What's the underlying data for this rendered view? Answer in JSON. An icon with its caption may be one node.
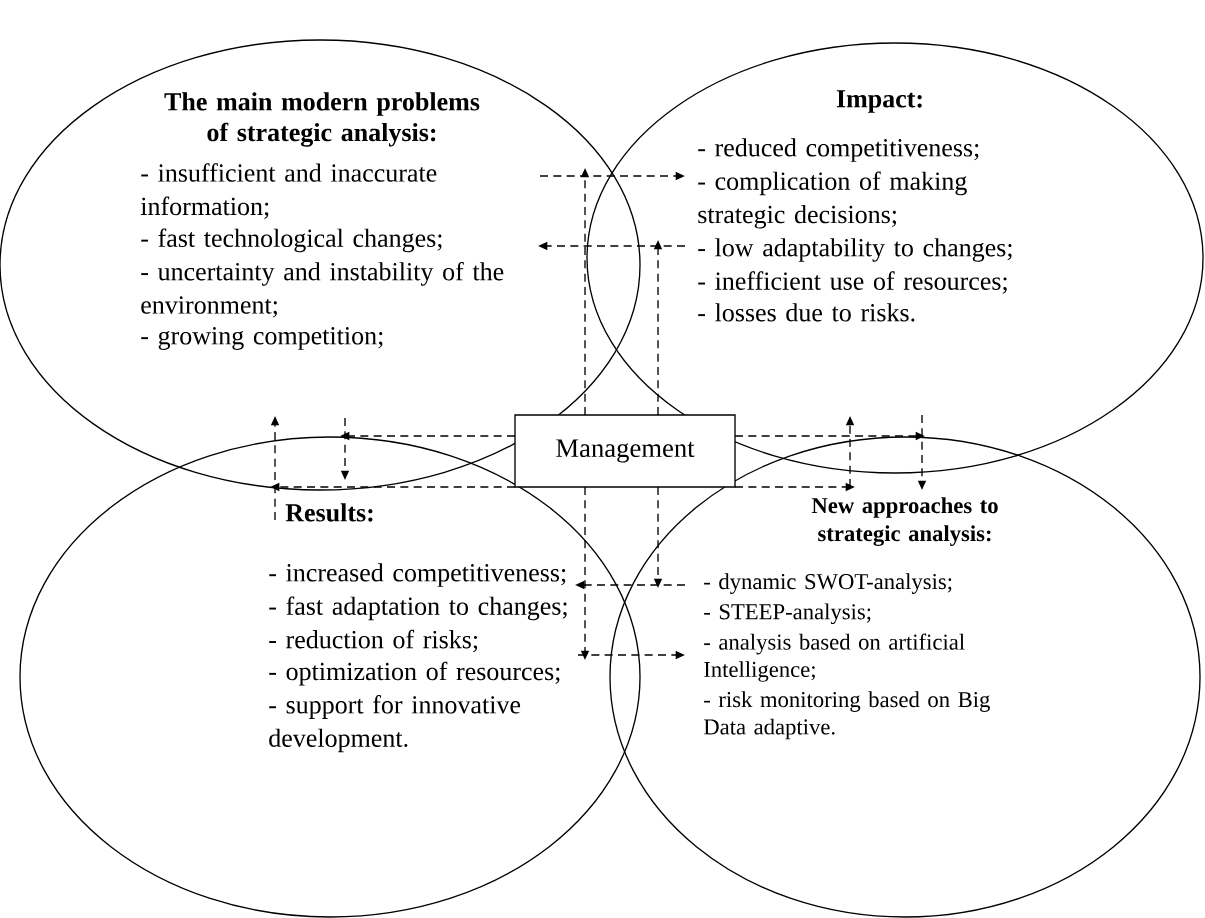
{
  "diagram": {
    "nodes": [
      {
        "text": [
          "The main modern problems of strategic analysis:",
          "- insufficient and inaccurate information;",
          "- fast technological changes;",
          "- uncertainty and instability of the environment;",
          "- growing competition;"
        ]
      },
      {
        "text": [
          "Impact:",
          "- reduced competitiveness;",
          "- complication of making strategic decisions;",
          "- low adaptability to changes;",
          "- inefficient use of resources;",
          "- losses due to risks."
        ]
      },
      {
        "text": [
          "Results:",
          "- increased competitiveness;",
          "- fast adaptation to changes;",
          "- reduction of risks;",
          "- optimization of resources;",
          "- support for innovative development."
        ]
      },
      {
        "text": [
          "New approaches to strategic analysis:",
          "- dynamic SWOT-analysis;",
          "- STEEP-analysis;",
          "- analysis based on artificial Intelligence;",
          "- risk monitoring based on Big Data adaptive."
        ]
      },
      {
        "text": [
          "Management"
        ]
      }
    ],
    "edges": [
      {
        "from": 0,
        "to": 1,
        "arrow": "to",
        "style": "dashed"
      },
      {
        "from": 1,
        "to": 0,
        "arrow": "to",
        "style": "dashed"
      },
      {
        "from": 2,
        "to": 3,
        "arrow": "to",
        "style": "dashed"
      },
      {
        "from": 3,
        "to": 2,
        "arrow": "to",
        "style": "dashed"
      },
      {
        "from": 4,
        "to": 0,
        "arrow": "to",
        "style": "dashed"
      },
      {
        "from": 4,
        "to": 2,
        "arrow": "to",
        "style": "dashed"
      },
      {
        "from": 4,
        "to": 1,
        "arrow": "to",
        "style": "dashed"
      },
      {
        "from": 4,
        "to": 3,
        "arrow": "to",
        "style": "dashed"
      },
      {
        "from": 4,
        "to": 0,
        "arrow": "to",
        "style": "dashed"
      },
      {
        "from": 4,
        "to": 2,
        "arrow": "to",
        "style": "dashed"
      },
      {
        "from": 0,
        "to": 2,
        "arrow": "to",
        "style": "dashed"
      },
      {
        "from": 2,
        "to": 0,
        "arrow": "to",
        "style": "dashed"
      },
      {
        "from": 4,
        "to": 1,
        "arrow": "to",
        "style": "dashed"
      },
      {
        "from": 4,
        "to": 3,
        "arrow": "to",
        "style": "dashed"
      },
      {
        "from": 1,
        "to": 3,
        "arrow": "to",
        "style": "dashed"
      },
      {
        "from": 3,
        "to": 1,
        "arrow": "to",
        "style": "dashed"
      }
    ]
  }
}
